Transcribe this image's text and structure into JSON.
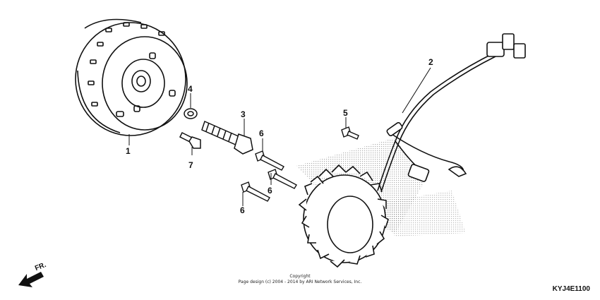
{
  "callouts": {
    "c1": "1",
    "c2": "2",
    "c3": "3",
    "c4": "4",
    "c5": "5",
    "c6a": "6",
    "c6b": "6",
    "c6c": "6",
    "c7": "7"
  },
  "direction": {
    "label": "FR."
  },
  "footer": {
    "line1": "Copyright",
    "line2": "Page design (c) 2004 - 2014 by ARI Network Services, Inc.",
    "diagram_code": "KYJ4E1100"
  }
}
